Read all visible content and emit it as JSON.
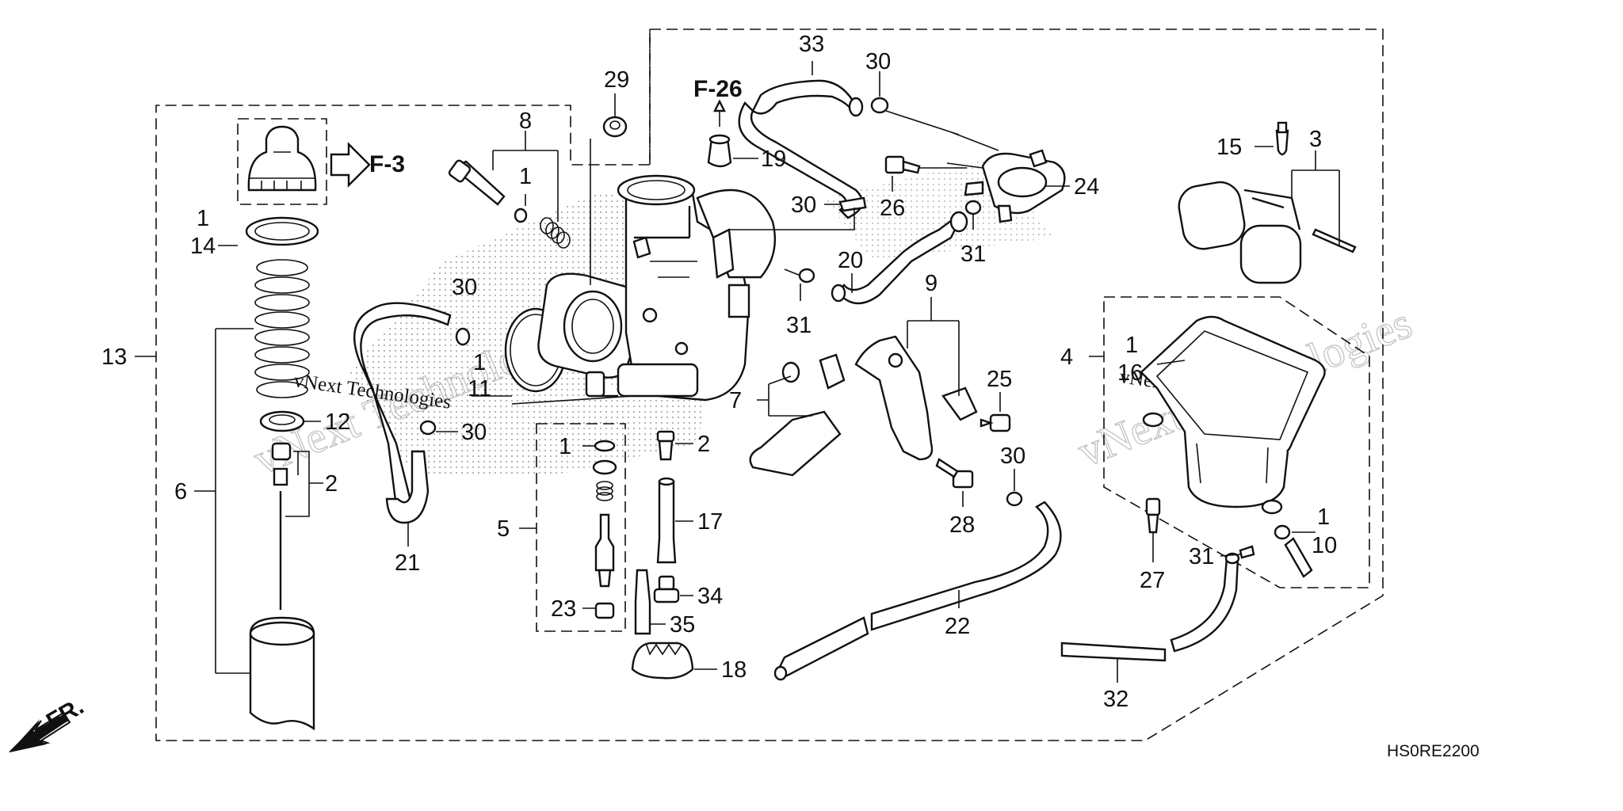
{
  "refs": {
    "f26": "F-26",
    "f3": "F-3",
    "front": "FR."
  },
  "diagram_code": "HS0RE2200",
  "watermark": "vNext Technologies",
  "callouts": {
    "c33": "33",
    "c30a": "30",
    "c29": "29",
    "c8": "8",
    "c1a": "1",
    "c19": "19",
    "c30b": "30",
    "c26": "26",
    "c24": "24",
    "c31a": "31",
    "c15": "15",
    "c3": "3",
    "c1b": "1",
    "c14": "14",
    "c20": "20",
    "c30c": "30",
    "c31b": "31",
    "c9": "9",
    "c13": "13",
    "c1c": "1",
    "c11": "11",
    "c4": "4",
    "c1d": "1",
    "c16": "16",
    "c7": "7",
    "c25": "25",
    "c12": "12",
    "c30d": "30",
    "c1e": "1",
    "c2a": "2",
    "c2b": "2",
    "c30e": "30",
    "c6": "6",
    "c17": "17",
    "c28": "28",
    "c1f": "1",
    "c10": "10",
    "c5": "5",
    "c21": "21",
    "c27": "27",
    "c31c": "31",
    "c23": "23",
    "c34": "34",
    "c35": "35",
    "c22": "22",
    "c18": "18",
    "c32": "32"
  }
}
